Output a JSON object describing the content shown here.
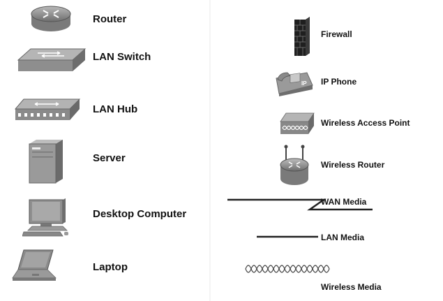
{
  "left_items": [
    {
      "label": "Router",
      "icon": "router-icon"
    },
    {
      "label": "LAN Switch",
      "icon": "lan-switch-icon"
    },
    {
      "label": "LAN Hub",
      "icon": "lan-hub-icon"
    },
    {
      "label": "Server",
      "icon": "server-icon"
    },
    {
      "label": "Desktop Computer",
      "icon": "desktop-computer-icon"
    },
    {
      "label": "Laptop",
      "icon": "laptop-icon"
    }
  ],
  "right_items": [
    {
      "label": "Firewall",
      "icon": "firewall-icon"
    },
    {
      "label": "IP Phone",
      "icon": "ip-phone-icon"
    },
    {
      "label": "Wireless Access Point",
      "icon": "wireless-access-point-icon"
    },
    {
      "label": "Wireless Router",
      "icon": "wireless-router-icon"
    },
    {
      "label": "WAN Media",
      "icon": "wan-media-icon"
    },
    {
      "label": "LAN Media",
      "icon": "lan-media-icon"
    },
    {
      "label": "Wireless Media",
      "icon": "wireless-media-icon"
    }
  ],
  "ip_phone_badge": "IP",
  "colors": {
    "icon_gray": "#8c8c8c",
    "icon_dark": "#555555",
    "firewall_brick": "#2b2b2b",
    "label": "#111111"
  }
}
